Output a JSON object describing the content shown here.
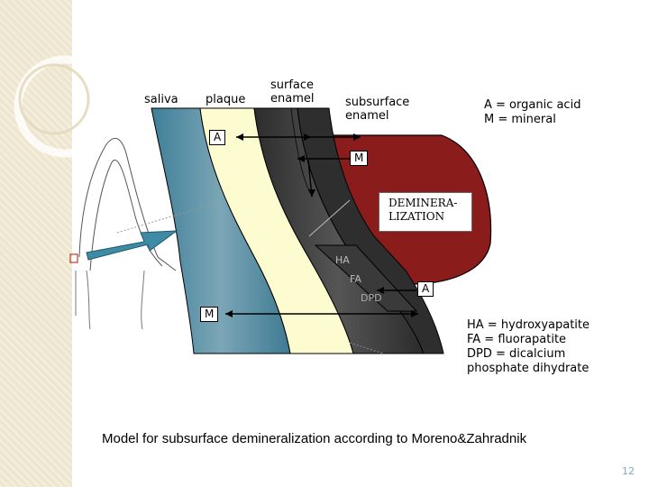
{
  "labels": {
    "saliva": "saliva",
    "plaque": "plaque",
    "surface_enamel_1": "surface",
    "surface_enamel_2": "enamel",
    "subsurface_enamel_1": "subsurface",
    "subsurface_enamel_2": "enamel",
    "a_top": "A",
    "m_top": "M",
    "demin_1": "DEMINERA-",
    "demin_2": "LIZATION",
    "ha": "HA",
    "fa": "FA",
    "dpd": "DPD",
    "a_bottom": "A",
    "m_bottom": "M"
  },
  "legend_top": {
    "line1": "A = organic acid",
    "line2": "M = mineral"
  },
  "legend_bottom": {
    "line1": "HA = hydroxyapatite",
    "line2": "FA = fluorapatite",
    "line3": "DPD = dicalcium",
    "line4": "phosphate dihydrate"
  },
  "caption": "Model for subsurface demineralization according to Moreno&Zahradnik",
  "page_number": "12",
  "colors": {
    "saliva_layer": "#4f8aa0",
    "plaque_layer": "#fdfbd0",
    "enamel_layer": "#3f3f3f",
    "subsurface_layer": "#333333",
    "lesion": "#8b1c1c"
  }
}
